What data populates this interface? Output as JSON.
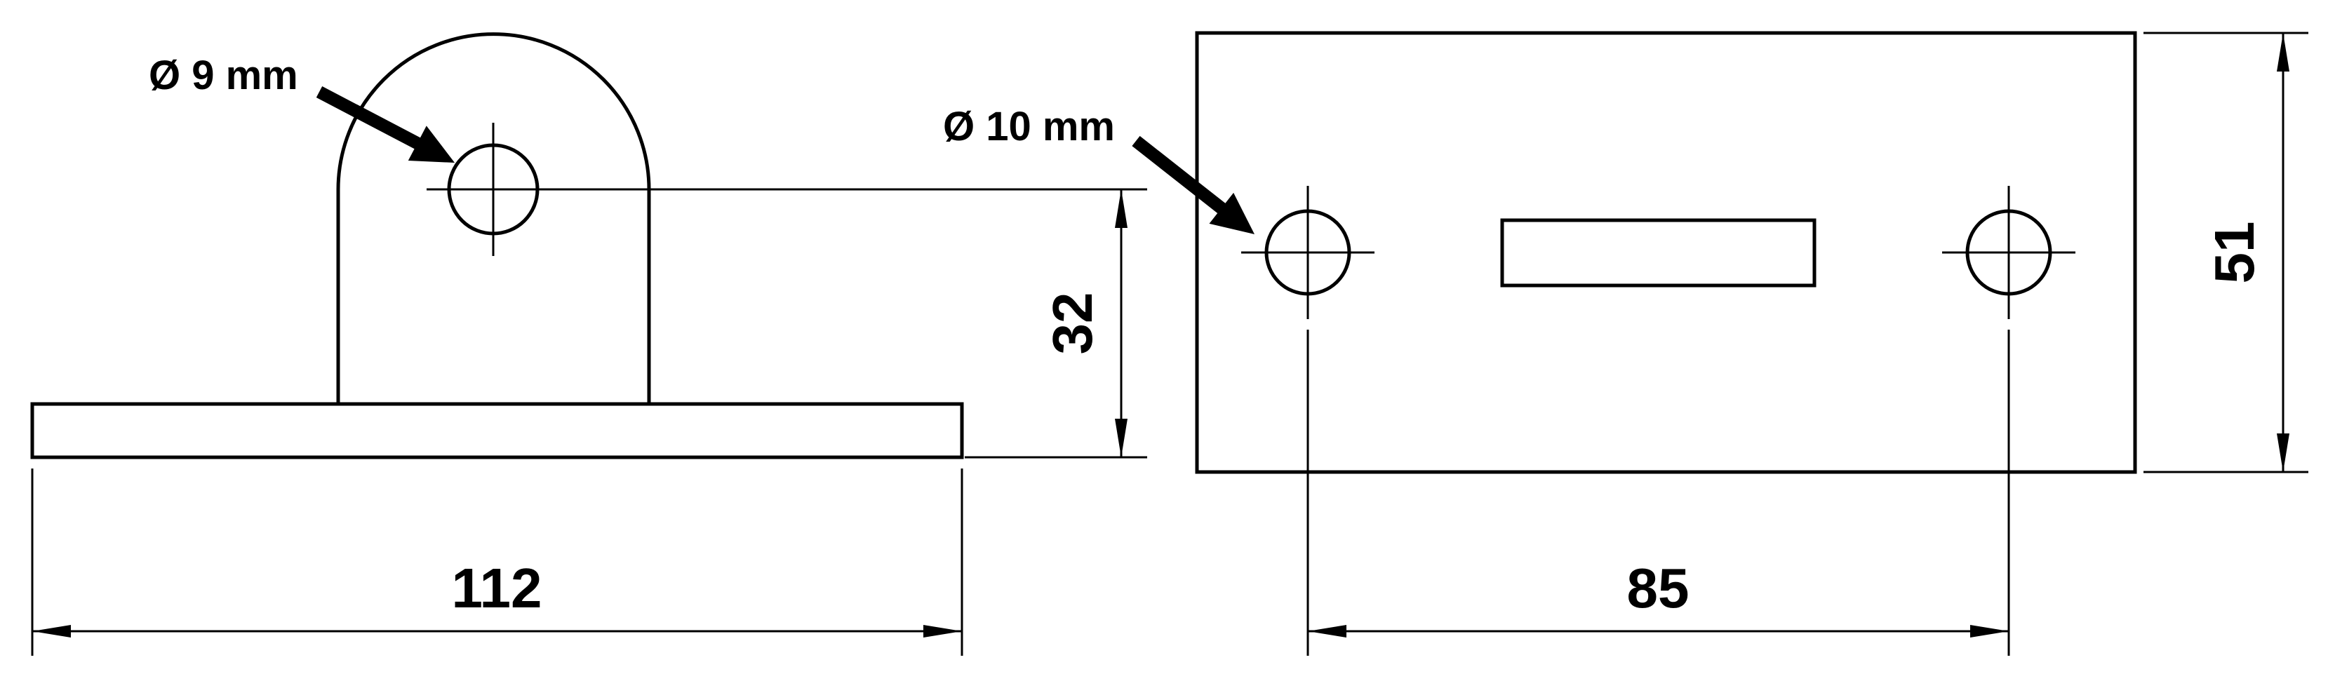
{
  "drawing": {
    "colors": {
      "line": "#000000",
      "background": "#ffffff"
    },
    "front_view": {
      "hole_diameter_label": "Ø 9 mm",
      "width_dim": "112",
      "hole_height_dim": "32"
    },
    "top_view": {
      "hole_diameter_label": "Ø 10 mm",
      "hole_spacing_dim": "85",
      "depth_dim": "51"
    }
  }
}
